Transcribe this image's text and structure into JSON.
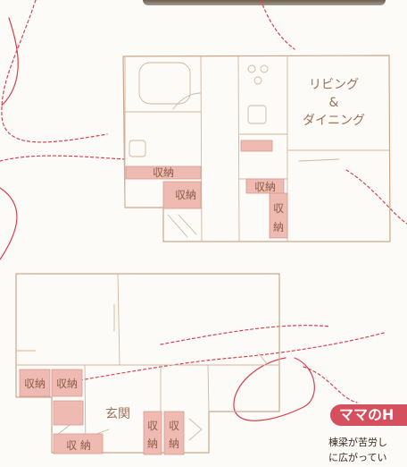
{
  "floorplan": {
    "upper": {
      "living_label_line1": "リビング",
      "living_label_line2": "&",
      "living_label_line3": "ダイニング",
      "storage_1": "収納",
      "storage_2": "収納",
      "storage_3": "収納",
      "storage_4_top": "収",
      "storage_4_bottom": "納"
    },
    "lower": {
      "storage_a": "収納",
      "storage_b": "収納",
      "entrance": "玄関",
      "storage_c": "収 納",
      "storage_d_top": "収",
      "storage_d_bottom": "納",
      "storage_e_top": "収",
      "storage_e_bottom": "納"
    }
  },
  "section_badge": "ママのH",
  "caption_line1": "棟梁が苦労し",
  "caption_line2": "に広がってい",
  "colors": {
    "accent": "#d64f5e",
    "wall": "#c9a78a",
    "storage_fill": "#eebab1",
    "red_line": "#d9404e"
  }
}
